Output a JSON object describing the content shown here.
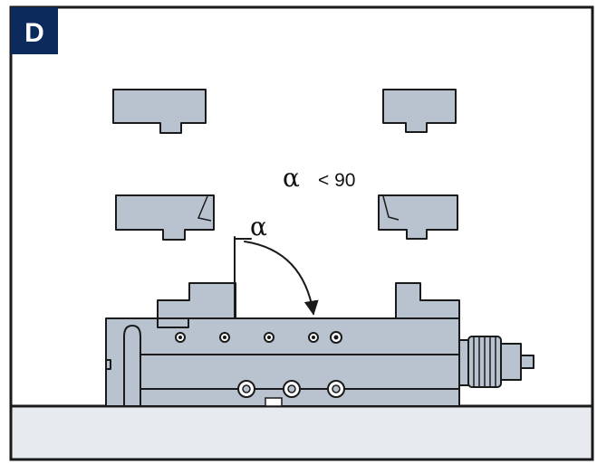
{
  "badge": {
    "label": "D",
    "color": "#0c2a5c"
  },
  "annotations": {
    "condition_symbol": "α",
    "condition_text": "< 90",
    "angle_symbol": "α"
  },
  "colors": {
    "panel_border": "#1a1a1a",
    "part_fill": "#b9c3d0",
    "table_fill": "#e7eaee",
    "background": "#ffffff"
  }
}
